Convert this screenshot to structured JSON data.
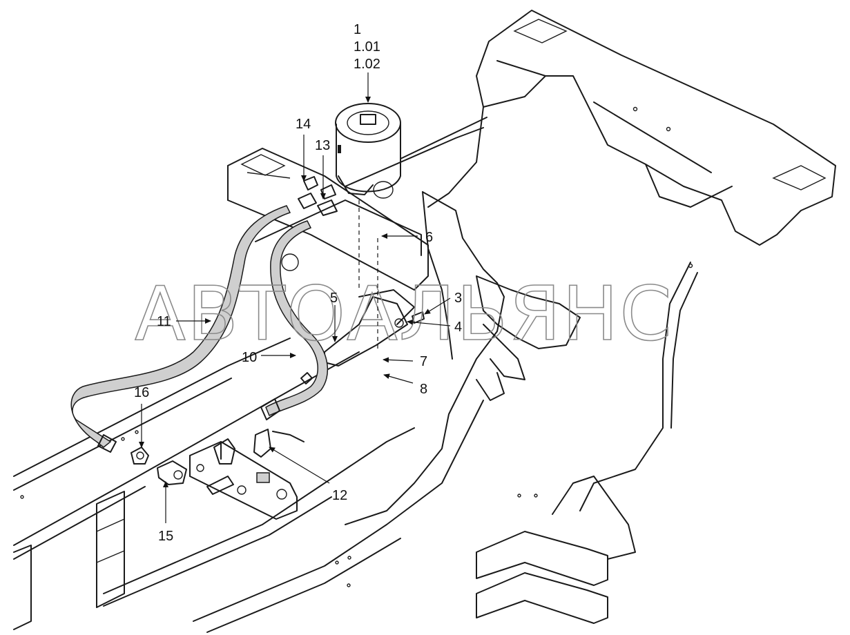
{
  "watermark": "АВТОАЛЬЯНС",
  "labels": {
    "l1": "1",
    "l101": "1.01",
    "l102": "1.02",
    "l3": "3",
    "l4": "4",
    "l5": "5",
    "l6": "6",
    "l7": "7",
    "l8": "8",
    "l10": "10",
    "l11": "11",
    "l12": "12",
    "l13": "13",
    "l14": "14",
    "l15": "15",
    "l16": "16"
  }
}
